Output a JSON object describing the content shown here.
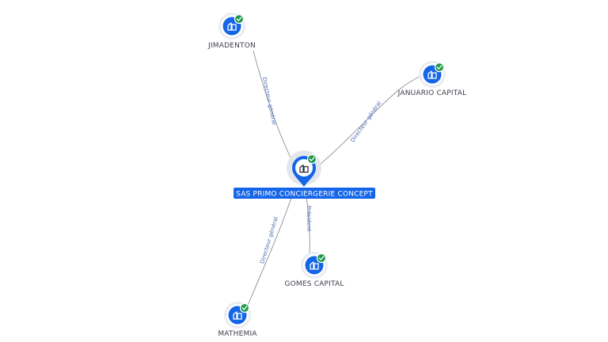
{
  "colors": {
    "node_blue": "#1565e8",
    "check_green": "#1e9a4a",
    "edge_gray": "#8a8f99",
    "edge_label_blue": "#4a6fb5",
    "center_label_bg": "#1565e8"
  },
  "center": {
    "label": "SAS PRIMO CONCIERGERIE CONCEPT",
    "icon": "company-building-icon",
    "status_icon": "check-icon"
  },
  "nodes": [
    {
      "id": "jimadenton",
      "label": "JIMADENTON",
      "icon": "company-building-icon",
      "status_icon": "check-icon"
    },
    {
      "id": "januario",
      "label": "JANUARIO CAPITAL",
      "icon": "company-building-icon",
      "status_icon": "check-icon"
    },
    {
      "id": "gomes",
      "label": "GOMES CAPITAL",
      "icon": "company-building-icon",
      "status_icon": "check-icon"
    },
    {
      "id": "mathemia",
      "label": "MATHEMIA",
      "icon": "company-building-icon",
      "status_icon": "check-icon"
    }
  ],
  "edges": [
    {
      "from": "jimadenton",
      "label": "Directeur général"
    },
    {
      "from": "januario",
      "label": "Directeur général"
    },
    {
      "from": "gomes",
      "label": "Président"
    },
    {
      "from": "mathemia",
      "label": "Directeur général"
    }
  ]
}
